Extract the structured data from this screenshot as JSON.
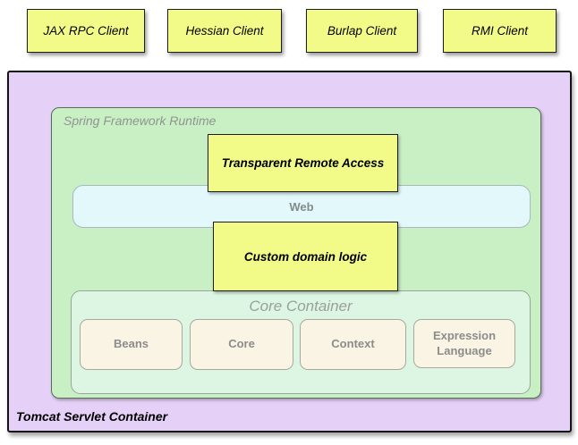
{
  "colors": {
    "yellow": "#f2fa88",
    "purple": "#e5d1f7",
    "green": "#c9f0c5",
    "mint": "#dcf6e3",
    "blue": "#e2f8fa",
    "cream": "#f9f4e4"
  },
  "clients": [
    {
      "label": "JAX RPC Client"
    },
    {
      "label": "Hessian Client"
    },
    {
      "label": "Burlap Client"
    },
    {
      "label": "RMI Client"
    }
  ],
  "tomcat": {
    "label": "Tomcat Servlet Container"
  },
  "spring_runtime": {
    "label": "Spring Framework Runtime"
  },
  "remote_access": {
    "label": "Transparent Remote Access"
  },
  "web": {
    "label": "Web"
  },
  "domain_logic": {
    "label": "Custom domain logic"
  },
  "core_container": {
    "label": "Core Container",
    "modules": [
      "Beans",
      "Core",
      "Context",
      "Expression Language"
    ]
  }
}
